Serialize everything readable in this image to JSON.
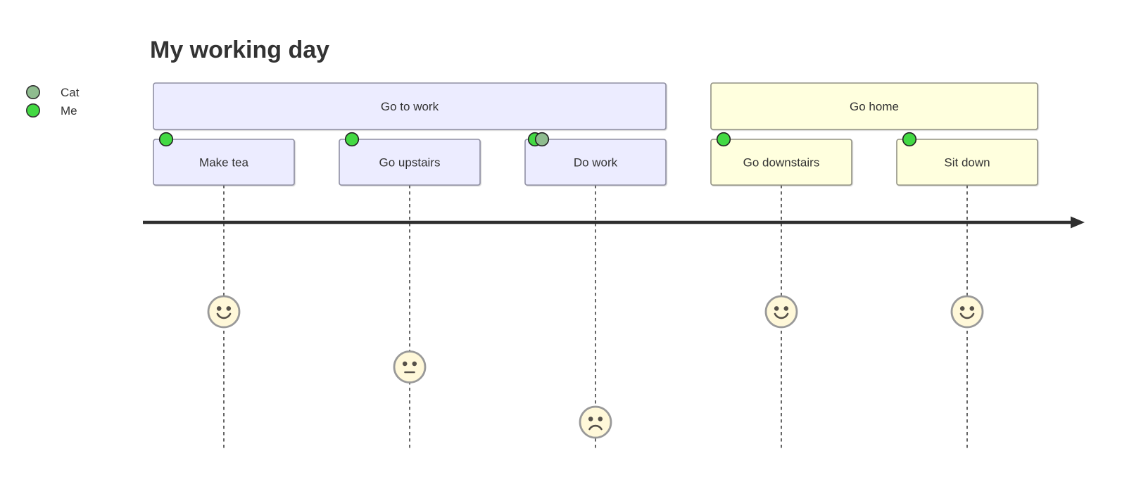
{
  "diagram_type": "user-journey",
  "title": "My working day",
  "legend": {
    "actors": [
      {
        "name": "Cat",
        "color": "#8FBC8F"
      },
      {
        "name": "Me",
        "color": "#43D943"
      }
    ]
  },
  "sections": [
    {
      "label": "Go to work",
      "fill": "#ECECFF",
      "stroke": "#8f8fa3",
      "tasks": [
        {
          "label": "Make tea",
          "score": 5,
          "mood": "happy",
          "actors": [
            "Me"
          ]
        },
        {
          "label": "Go upstairs",
          "score": 3,
          "mood": "neutral",
          "actors": [
            "Me"
          ]
        },
        {
          "label": "Do work",
          "score": 1,
          "mood": "sad",
          "actors": [
            "Me",
            "Cat"
          ]
        }
      ]
    },
    {
      "label": "Go home",
      "fill": "#FFFFDE",
      "stroke": "#929284",
      "tasks": [
        {
          "label": "Go downstairs",
          "score": 5,
          "mood": "happy",
          "actors": [
            "Me"
          ]
        },
        {
          "label": "Sit down",
          "score": 5,
          "mood": "happy",
          "actors": [
            "Me"
          ]
        }
      ]
    }
  ],
  "colors": {
    "text": "#333333",
    "arrow": "#2f2f2f",
    "face_fill": "#FFF8D9",
    "face_stroke": "#999999",
    "face_feature": "#555049",
    "section_work_fill": "#ECECFF",
    "section_home_fill": "#FFFFDE",
    "actor_me_green": "#43D943",
    "actor_cat_sage": "#8FBC8F"
  },
  "score_scale": {
    "min": 1,
    "max": 5
  }
}
